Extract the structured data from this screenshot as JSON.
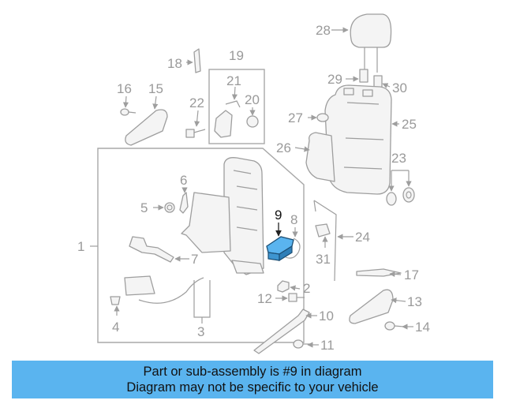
{
  "diagram": {
    "callouts": {
      "c1": "1",
      "c2": "2",
      "c3": "3",
      "c4": "4",
      "c5": "5",
      "c6": "6",
      "c7": "7",
      "c8": "8",
      "c9": "9",
      "c10": "10",
      "c11": "11",
      "c12": "12",
      "c13": "13",
      "c14": "14",
      "c15": "15",
      "c16": "16",
      "c17": "17",
      "c18": "18",
      "c19": "19",
      "c20": "20",
      "c21": "21",
      "c22": "22",
      "c23": "23",
      "c24": "24",
      "c25": "25",
      "c26": "26",
      "c27": "27",
      "c28": "28",
      "c29": "29",
      "c30": "30",
      "c31": "31"
    },
    "highlighted_part": "9",
    "colors": {
      "highlight_fill": "#5ab4ef",
      "line": "#9e9e9e",
      "banner": "#5ab4ef"
    }
  },
  "banner": {
    "line1": "Part or sub-assembly is #9 in diagram",
    "line2": "Diagram may not be specific to your vehicle"
  }
}
